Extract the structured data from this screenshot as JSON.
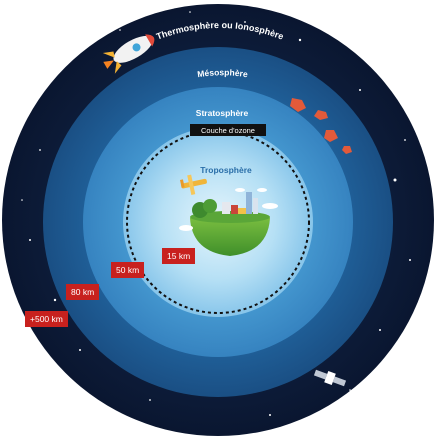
{
  "layers": {
    "thermosphere": "Thermosphère ou Ionosphère",
    "mesosphere": "Mésosphère",
    "stratosphere": "Stratosphère",
    "ozone": "Couche d'ozone",
    "troposphere": "Troposphère"
  },
  "altitudes": {
    "troposphere": "15 km",
    "stratosphere": "50 km",
    "mesosphere": "80 km",
    "thermosphere": "+500 km"
  },
  "colors": {
    "space": "#0c1a33",
    "thermosphere": "#13325b",
    "mesosphere": "#1f5e97",
    "stratosphere": "#3f8fca",
    "troposphere": "#a7d8f2",
    "badge": "#c8211e"
  },
  "icons": [
    "rocket-icon",
    "meteor-icon",
    "satellite-icon",
    "airplane-icon",
    "earth-icon"
  ]
}
